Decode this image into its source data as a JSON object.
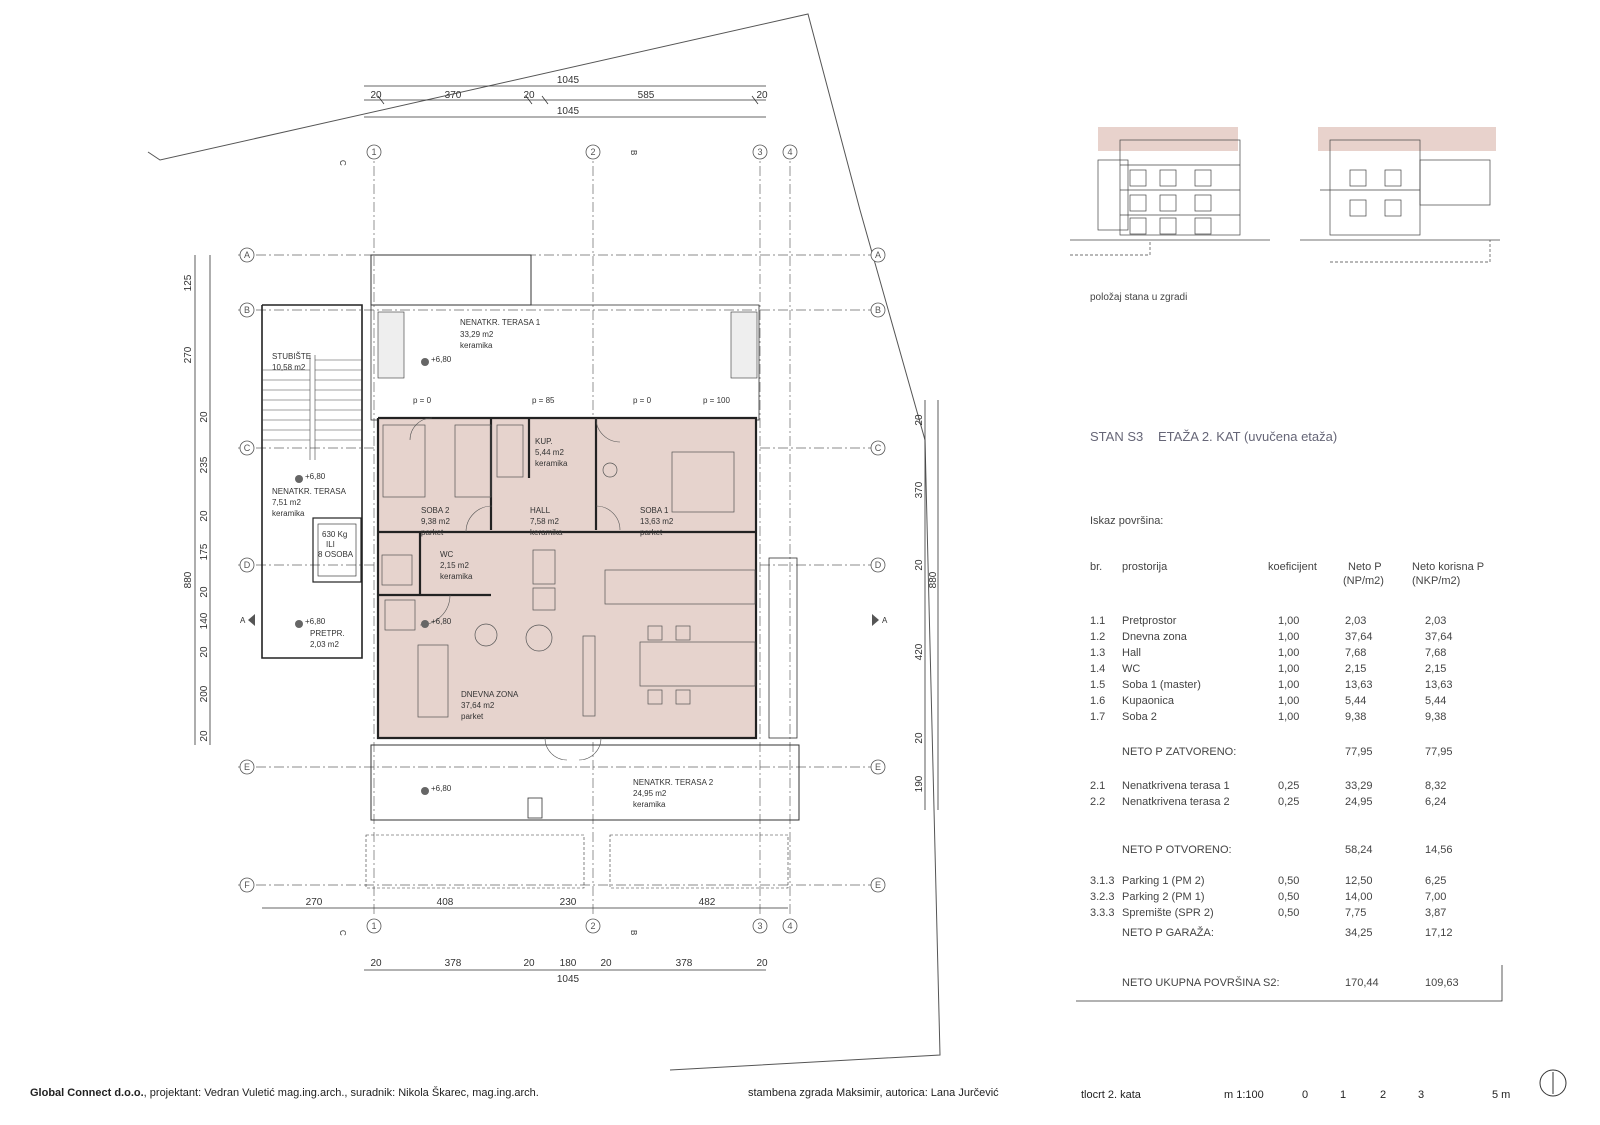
{
  "sheet": {
    "stan_label": "STAN S3",
    "etaza_label": "ETAŽA 2. KAT (uvučena etaža)",
    "position_caption": "položaj stana u zgradi",
    "iskaz_title": "Iskaz površina:"
  },
  "table": {
    "headers": {
      "br": "br.",
      "prostorija": "prostorija",
      "koef": "koeficijent",
      "np": "Neto P",
      "np_unit": "(NP/m2)",
      "nkp": "Neto korisna P",
      "nkp_unit": "(NKP/m2)"
    },
    "rows1": [
      {
        "br": "1.1",
        "name": "Pretprostor",
        "koef": "1,00",
        "np": "2,03",
        "nkp": "2,03"
      },
      {
        "br": "1.2",
        "name": "Dnevna zona",
        "koef": "1,00",
        "np": "37,64",
        "nkp": "37,64"
      },
      {
        "br": "1.3",
        "name": "Hall",
        "koef": "1,00",
        "np": "7,68",
        "nkp": "7,68"
      },
      {
        "br": "1.4",
        "name": "WC",
        "koef": "1,00",
        "np": "2,15",
        "nkp": "2,15"
      },
      {
        "br": "1.5",
        "name": "Soba 1 (master)",
        "koef": "1,00",
        "np": "13,63",
        "nkp": "13,63"
      },
      {
        "br": "1.6",
        "name": "Kupaonica",
        "koef": "1,00",
        "np": "5,44",
        "nkp": "5,44"
      },
      {
        "br": "1.7",
        "name": "Soba 2",
        "koef": "1,00",
        "np": "9,38",
        "nkp": "9,38"
      }
    ],
    "sum1": {
      "label": "NETO P ZATVORENO:",
      "np": "77,95",
      "nkp": "77,95"
    },
    "rows2": [
      {
        "br": "2.1",
        "name": "Nenatkrivena terasa 1",
        "koef": "0,25",
        "np": "33,29",
        "nkp": "8,32"
      },
      {
        "br": "2.2",
        "name": "Nenatkrivena terasa 2",
        "koef": "0,25",
        "np": "24,95",
        "nkp": "6,24"
      }
    ],
    "sum2": {
      "label": "NETO P OTVORENO:",
      "np": "58,24",
      "nkp": "14,56"
    },
    "rows3": [
      {
        "br": "3.1.3",
        "name": "Parking 1 (PM 2)",
        "koef": "0,50",
        "np": "12,50",
        "nkp": "6,25"
      },
      {
        "br": "3.2.3",
        "name": "Parking 2 (PM 1)",
        "koef": "0,50",
        "np": "14,00",
        "nkp": "7,00"
      },
      {
        "br": "3.3.3",
        "name": "Spremište (SPR 2)",
        "koef": "0,50",
        "np": "7,75",
        "nkp": "3,87"
      }
    ],
    "sum3": {
      "label": "NETO P GARAŽA:",
      "np": "34,25",
      "nkp": "17,12"
    },
    "total": {
      "label": "NETO UKUPNA POVRŠINA S2:",
      "np": "170,44",
      "nkp": "109,63"
    }
  },
  "rooms": {
    "terasa1": {
      "name": "NENATKR. TERASA 1",
      "area": "33,29 m2",
      "floor": "keramika"
    },
    "stubiste": {
      "name": "STUBIŠTE",
      "area": "10,58 m2"
    },
    "terasa_l": {
      "name": "NENATKR. TERASA",
      "area": "7,51 m2",
      "floor": "keramika"
    },
    "lift": {
      "load": "630 Kg",
      "ili": "ILI",
      "persons": "8 OSOBA"
    },
    "pretpr": {
      "name": "PRETPR.",
      "area": "2,03 m2"
    },
    "soba2": {
      "name": "SOBA 2",
      "area": "9,38 m2",
      "floor": "parket"
    },
    "kup": {
      "name": "KUP.",
      "area": "5,44 m2",
      "floor": "keramika"
    },
    "hall": {
      "name": "HALL",
      "area": "7,58 m2",
      "floor": "keramika"
    },
    "soba1": {
      "name": "SOBA 1",
      "area": "13,63 m2",
      "floor": "parket"
    },
    "wc": {
      "name": "WC",
      "area": "2,15 m2",
      "floor": "keramika"
    },
    "dnevna": {
      "name": "DNEVNA ZONA",
      "area": "37,64 m2",
      "floor": "parket"
    },
    "terasa2": {
      "name": "NENATKR. TERASA 2",
      "area": "24,95 m2",
      "floor": "keramika"
    }
  },
  "levels": {
    "l1": "+6,80",
    "l2": "+6,80",
    "l3": "+6,80",
    "l4": "+6,80",
    "l5": "+6,80"
  },
  "pnotes": {
    "p0a": "p = 0",
    "p85": "p = 85",
    "p0b": "p = 0",
    "p100": "p = 100"
  },
  "grid_labels": {
    "c1": "1",
    "c2": "2",
    "c3": "3",
    "c4": "4",
    "rA": "A",
    "rB": "B",
    "rC": "C",
    "rD": "D",
    "rE": "E",
    "rF": "F"
  },
  "dims": {
    "top_total": "1045",
    "top_parts": [
      "20",
      "370",
      "20",
      "585",
      "20"
    ],
    "top_total2": "1045",
    "left": [
      "125",
      "270",
      "20",
      "235",
      "20",
      "175",
      "20",
      "140",
      "20",
      "200",
      "20"
    ],
    "left_total": "880",
    "right": [
      "20",
      "370",
      "20",
      "420",
      "20",
      "190"
    ],
    "right_total": "880",
    "bottom1": [
      "270",
      "408",
      "230",
      "482"
    ],
    "bottom2": [
      "20",
      "378",
      "20",
      "180",
      "20",
      "378",
      "20"
    ],
    "bottom_total": "1045"
  },
  "sections": {
    "a": "A",
    "b": "B",
    "c": "C"
  },
  "footer": {
    "company": "Global Connect d.o.o.",
    "credits": ", projektant: Vedran Vuletić mag.ing.arch., suradnik: Nikola Škarec, mag.ing.arch.",
    "project": "stambena zgrada Maksimir, autorica: Lana Jurčević",
    "drawing": "tlocrt 2. kata",
    "scale": "m 1:100",
    "scale_ticks": [
      "0",
      "1",
      "2",
      "3",
      "5 m"
    ]
  },
  "colors": {
    "room_fill": "#e6d3cd",
    "line": "#333333",
    "facade_band": "#e8d2cc"
  }
}
